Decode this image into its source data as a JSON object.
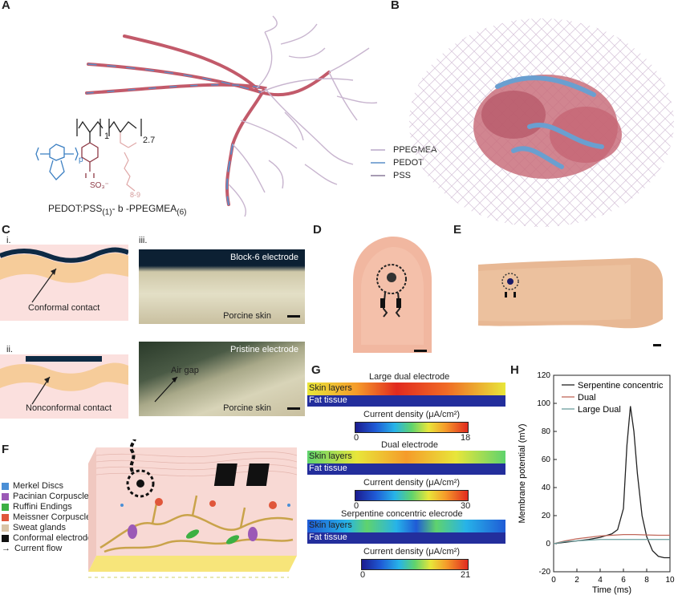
{
  "panels": {
    "A": "A",
    "B": "B",
    "C": "C",
    "D": "D",
    "E": "E",
    "F": "F",
    "G": "G",
    "H": "H"
  },
  "panel_a": {
    "legend": [
      "PPEGMEA",
      "PEDOT",
      "PSS"
    ],
    "legend_colors": [
      "#b9a7c8",
      "#5b8fc9",
      "#8a7a9a"
    ],
    "sub_1": "1",
    "sub_27": "2.7",
    "sub_p": "p",
    "sub_89": "8-9",
    "so3": "SO",
    "formula_a": "PEDOT:PSS",
    "formula_sub1": "(1)",
    "formula_b": "- b -PPEGMEA",
    "formula_sub6": "(6)"
  },
  "panel_c": {
    "i": "i.",
    "ii": "ii.",
    "iii": "iii.",
    "conformal": "Conformal contact",
    "nonconformal": "Nonconformal contact",
    "block6": "Block-6 electrode",
    "porcine1": "Porcine skin",
    "pristine": "Pristine electrode",
    "airgap": "Air gap",
    "porcine2": "Porcine skin"
  },
  "panel_f": {
    "legend": [
      {
        "label": "Merkel Discs",
        "color": "#4a8fd6"
      },
      {
        "label": "Pacinian Corpuscles",
        "color": "#9b59b6"
      },
      {
        "label": "Ruffini Endings",
        "color": "#3cb043"
      },
      {
        "label": "Meissner Corpuscles",
        "color": "#e0563a"
      },
      {
        "label": "Sweat glands",
        "color": "#d9c3a5"
      },
      {
        "label": "Conformal electrodes",
        "color": "#111111"
      }
    ],
    "arrow_label": "Current flow"
  },
  "panel_g": {
    "sims": [
      {
        "title": "Large dual electrode",
        "skin": "Skin layers",
        "fat": "Fat tissue",
        "cb_label": "Current density (μA/cm²)",
        "min": "0",
        "max": "18"
      },
      {
        "title": "Dual electrode",
        "skin": "Skin layers",
        "fat": "Fat tissue",
        "cb_label": "Current density (μA/cm²)",
        "min": "0",
        "max": "30"
      },
      {
        "title": "Serpentine concentric elecrode",
        "skin": "Skin layers",
        "fat": "Fat tissue",
        "cb_label": "Current density (μA/cm²)",
        "min": "0",
        "max": "21"
      }
    ]
  },
  "chart_data": {
    "type": "line",
    "xlabel": "Time (ms)",
    "ylabel": "Membrane potential (mV)",
    "xlim": [
      0,
      10
    ],
    "ylim": [
      -20,
      120
    ],
    "xticks": [
      "0",
      "2",
      "4",
      "6",
      "8",
      "10"
    ],
    "yticks": [
      "-20",
      "0",
      "20",
      "40",
      "60",
      "80",
      "100",
      "120"
    ],
    "legend_position": "top-right",
    "series": [
      {
        "name": "Serpentine concentric",
        "color": "#222222",
        "x": [
          0,
          1,
          2,
          3,
          4,
          5,
          5.5,
          6,
          6.3,
          6.6,
          6.9,
          7.2,
          7.6,
          8,
          8.5,
          9,
          9.5,
          10
        ],
        "y": [
          0,
          1,
          2,
          3,
          4.5,
          7,
          10,
          25,
          70,
          98,
          80,
          50,
          20,
          5,
          -5,
          -9,
          -10,
          -10
        ]
      },
      {
        "name": "Dual",
        "color": "#c0675a",
        "x": [
          0,
          1,
          2,
          3,
          4,
          5,
          6,
          7,
          8,
          9,
          10
        ],
        "y": [
          0,
          2,
          3.5,
          4.5,
          5.5,
          6,
          6.5,
          6.5,
          6.2,
          6,
          6
        ]
      },
      {
        "name": "Large Dual",
        "color": "#6b9e9e",
        "x": [
          0,
          1,
          2,
          3,
          4,
          5,
          6,
          7,
          8,
          9,
          10
        ],
        "y": [
          0,
          1.5,
          2,
          2.5,
          3,
          3,
          3,
          3,
          3,
          3,
          3
        ]
      }
    ]
  }
}
